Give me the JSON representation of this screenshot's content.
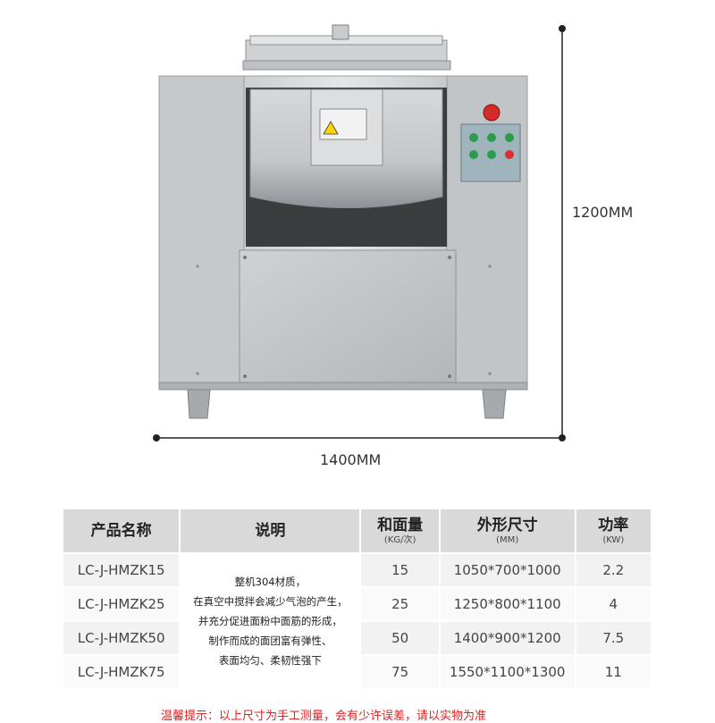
{
  "dimensions": {
    "height_label": "1200MM",
    "width_label": "1400MM"
  },
  "table": {
    "headers": [
      {
        "main": "产品名称",
        "sub": ""
      },
      {
        "main": "说明",
        "sub": ""
      },
      {
        "main": "和面量",
        "sub": "(KG/次)"
      },
      {
        "main": "外形尺寸",
        "sub": "(MM)"
      },
      {
        "main": "功率",
        "sub": "(KW)"
      }
    ],
    "rows": [
      {
        "model": "LC-J-HMZK15",
        "capacity": "15",
        "size": "1050*700*1000",
        "power": "2.2"
      },
      {
        "model": "LC-J-HMZK25",
        "capacity": "25",
        "size": "1250*800*1100",
        "power": "4"
      },
      {
        "model": "LC-J-HMZK50",
        "capacity": "50",
        "size": "1400*900*1200",
        "power": "7.5"
      },
      {
        "model": "LC-J-HMZK75",
        "capacity": "75",
        "size": "1550*1100*1300",
        "power": "11"
      }
    ],
    "description_lines": [
      "整机304材质，",
      "在真空中搅拌会减少气泡的产生，",
      "并充分促进面粉中面筋的形成，",
      "制作而成的面团富有弹性、",
      "表面均匀、柔韧性强下"
    ]
  },
  "note": "温馨提示：以上尺寸为手工测量，会有少许误差，请以实物为准"
}
